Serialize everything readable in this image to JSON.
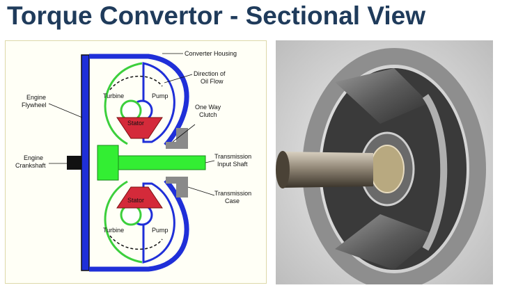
{
  "title": "Torque Convertor - Sectional View",
  "diagram": {
    "labels": {
      "converter_housing": "Converter Housing",
      "direction_of_oil_flow_1": "Direction of",
      "direction_of_oil_flow_2": "Oil Flow",
      "engine_flywheel_1": "Engine",
      "engine_flywheel_2": "Flywheel",
      "turbine_top": "Turbine",
      "pump_top": "Pump",
      "stator_top": "Stator",
      "one_way_clutch_1": "One Way",
      "one_way_clutch_2": "Clutch",
      "engine_crankshaft_1": "Engine",
      "engine_crankshaft_2": "Crankshaft",
      "transmission_input_shaft_1": "Transmission",
      "transmission_input_shaft_2": "Input Shaft",
      "transmission_case_1": "Transmission",
      "transmission_case_2": "Case",
      "stator_bottom": "Stator",
      "turbine_bottom": "Turbine",
      "pump_bottom": "Pump"
    },
    "colors": {
      "housing": "#1f2fd8",
      "turbine": "#3ccf3c",
      "input_shaft": "#33ee33",
      "stator": "#d42a3a",
      "case": "#8a8a8a",
      "crankshaft": "#111111"
    }
  }
}
